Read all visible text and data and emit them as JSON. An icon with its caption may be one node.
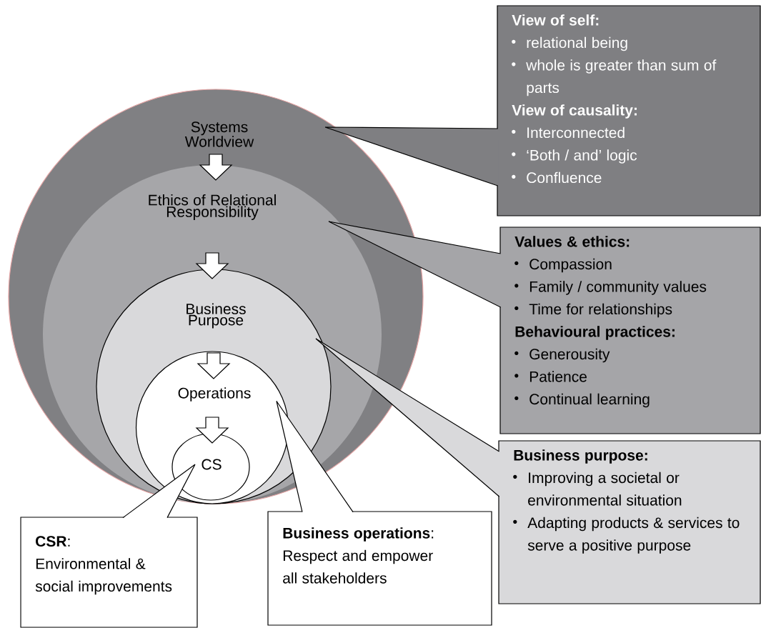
{
  "diagram": {
    "nodes": [
      {
        "text": [
          "Systems Worldview"
        ]
      },
      {
        "text": [
          "Ethics of Relational Responsibility"
        ],
        "in": 0
      },
      {
        "text": [
          "Business Purpose"
        ],
        "in": 1
      },
      {
        "text": [
          "Operations"
        ],
        "in": 2
      },
      {
        "text": [
          "CS"
        ],
        "in": 3
      },
      {
        "text": [
          "View of self:",
          "relational being",
          "whole is greater than sum of parts",
          "View of causality:",
          "Interconnected",
          "‘Both / and’ logic",
          "Confluence"
        ]
      },
      {
        "text": [
          "Values & ethics:",
          "Compassion",
          "Family / community values",
          "Time for relationships",
          "Behavioural practices:",
          "Generousity",
          "Patience",
          "Continual learning"
        ]
      },
      {
        "text": [
          "Business purpose:",
          "Improving a societal or environmental situation",
          "Adapting products & services to serve a positive purpose"
        ]
      },
      {
        "text": [
          "**CSR**:",
          "Environmental & social improvements"
        ]
      },
      {
        "text": [
          "**Business operations**:",
          "Respect and empower all stakeholders"
        ]
      }
    ],
    "edges": [
      {
        "from": 0,
        "to": 1,
        "arrow": "to"
      },
      {
        "from": 1,
        "to": 2,
        "arrow": "to"
      },
      {
        "from": 2,
        "to": 3,
        "arrow": "to"
      },
      {
        "from": 3,
        "to": 4,
        "arrow": "to"
      },
      {
        "from": 5,
        "to": 0,
        "arrow": "none"
      },
      {
        "from": 6,
        "to": 1,
        "arrow": "none"
      },
      {
        "from": 7,
        "to": 2,
        "arrow": "none"
      },
      {
        "from": 8,
        "to": 4,
        "arrow": "none"
      },
      {
        "from": 9,
        "to": 3,
        "arrow": "none"
      }
    ]
  }
}
